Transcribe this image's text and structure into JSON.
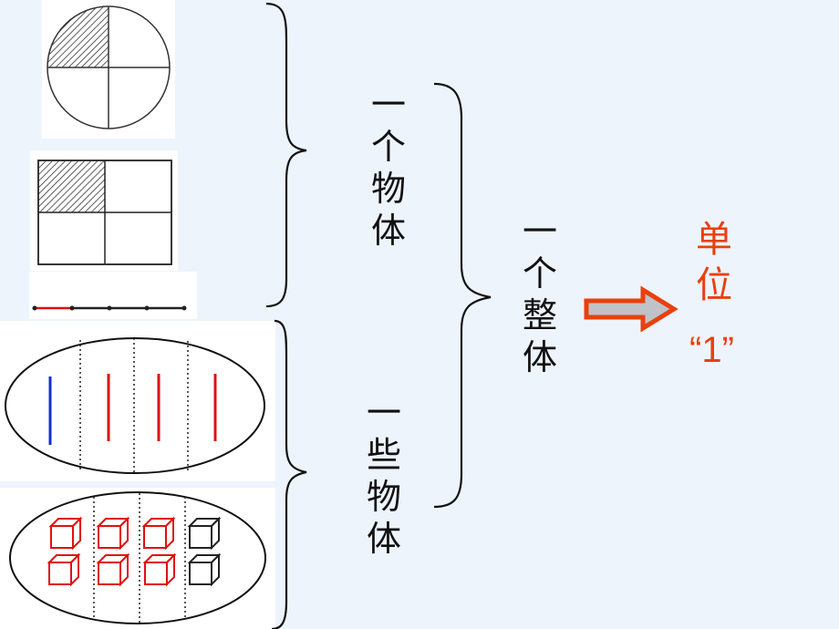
{
  "labels": {
    "one_object": "一个物体",
    "some_objects": "一些物体",
    "one_whole": "一个整体",
    "unit": "单位",
    "unit_one": "“1”"
  },
  "colors": {
    "background": "#eef4fc",
    "accent_red": "#e8400e",
    "line_red": "#e01010",
    "line_blue": "#1030d0",
    "arrow_fill": "#bfc3c8"
  },
  "figures": {
    "circle": {
      "parts": 4,
      "shaded": 1
    },
    "square": {
      "parts": 4,
      "shaded": 1
    },
    "segment": {
      "parts": 4,
      "highlighted": 1
    },
    "sticks": {
      "groups": 4,
      "first_color": "blue",
      "other_color": "red"
    },
    "cubes": {
      "columns": 4,
      "rows": 2,
      "red_columns": 3,
      "black_columns": 1
    }
  }
}
